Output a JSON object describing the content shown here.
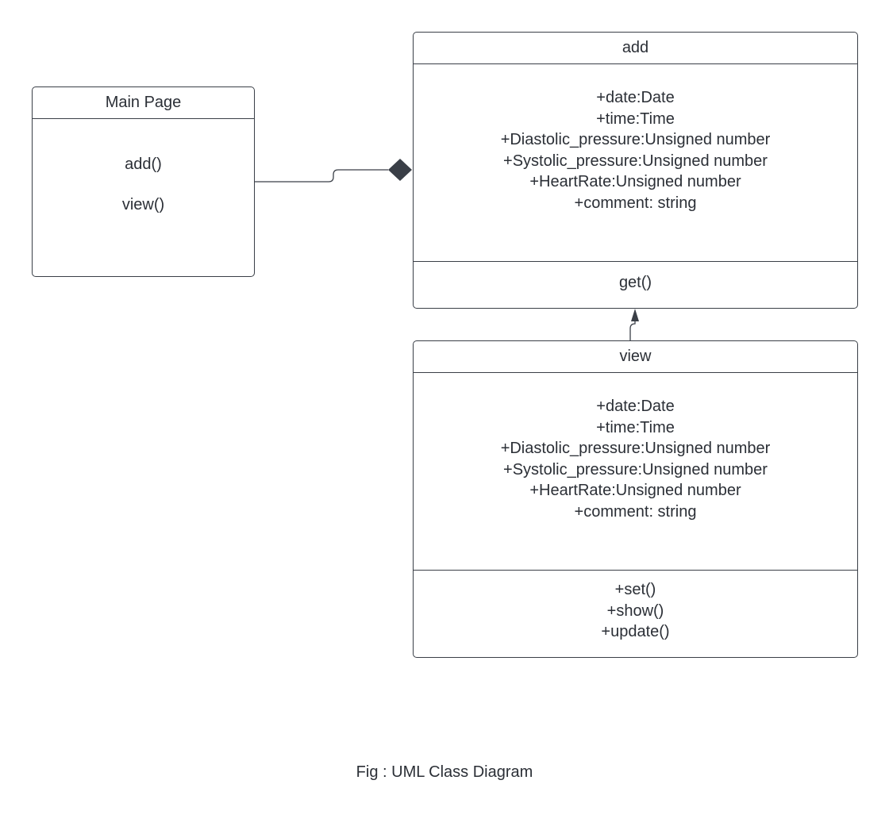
{
  "classes": {
    "main_page": {
      "name": "Main Page",
      "operations": [
        "add()",
        "view()"
      ]
    },
    "add": {
      "name": "add",
      "attributes": [
        "+date:Date",
        "+time:Time",
        "+Diastolic_pressure:Unsigned number",
        "+Systolic_pressure:Unsigned number",
        "+HeartRate:Unsigned number",
        "+comment: string"
      ],
      "operations": [
        "get()"
      ]
    },
    "view": {
      "name": "view",
      "attributes": [
        "+date:Date",
        "+time:Time",
        "+Diastolic_pressure:Unsigned number",
        "+Systolic_pressure:Unsigned number",
        "+HeartRate:Unsigned number",
        "+comment: string"
      ],
      "operations": [
        "+set()",
        "+show()",
        "+update()"
      ]
    }
  },
  "relations": [
    {
      "from": "main_page",
      "to": "add",
      "type": "composition"
    },
    {
      "from": "view",
      "to": "add",
      "type": "association"
    }
  ],
  "caption": "Fig : UML Class Diagram",
  "colors": {
    "stroke": "#3a3f47",
    "text": "#2b2f36",
    "marker": "#3a3f47"
  }
}
